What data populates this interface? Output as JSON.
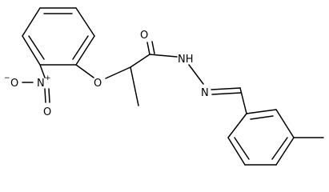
{
  "diagram": {
    "labels": {
      "nitro_o_left": "O",
      "nitro_o_left_charge": "−",
      "nitro_n": "N",
      "nitro_n_charge": "+",
      "nitro_o_bottom": "O",
      "ether_o": "O",
      "carbonyl_o": "O",
      "nh": "NH",
      "n": "N"
    },
    "colors": {
      "line": "#000000",
      "background": "#ffffff"
    }
  }
}
